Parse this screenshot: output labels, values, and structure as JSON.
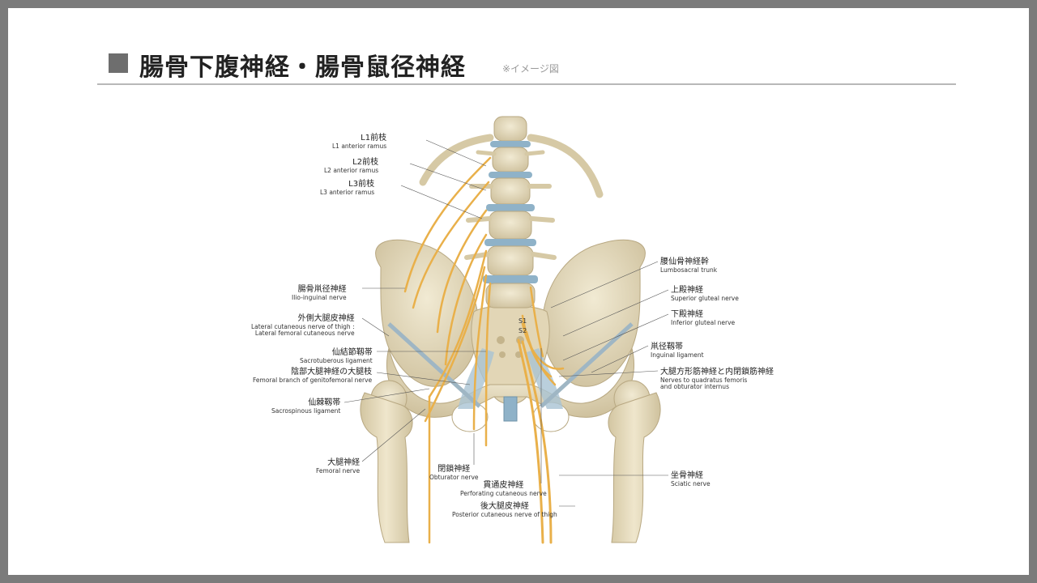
{
  "slide": {
    "title": "腸骨下腹神経・腸骨鼠径神経",
    "note": "※イメージ図"
  },
  "colors": {
    "bone": "#e6dcc0",
    "bone_shadow": "#cbbd98",
    "disc": "#8fb2c8",
    "nerve": "#e9b04a",
    "ligament": "#a9c3d3",
    "frame": "#7b7b7b"
  },
  "labels": {
    "l1": {
      "jp": "L1前枝",
      "en": "L1 anterior ramus"
    },
    "l2": {
      "jp": "L2前枝",
      "en": "L2 anterior ramus"
    },
    "l3": {
      "jp": "L3前枝",
      "en": "L3 anterior ramus"
    },
    "ilioinguinal": {
      "jp": "腸骨鼡径神経",
      "en": "Ilio-inguinal nerve"
    },
    "lateral_cutaneous": {
      "jp": "外側大腿皮神経",
      "en": "Lateral cutaneous nerve of thigh :",
      "en2": "Lateral femoral cutaneous nerve"
    },
    "sacrotuberous": {
      "jp": "仙結節靱帯",
      "en": "Sacrotuberous ligament"
    },
    "genitofemoral": {
      "jp": "陰部大腿神経の大腿枝",
      "en": "Femoral branch of genitofemoral nerve"
    },
    "sacrospinous": {
      "jp": "仙棘靱帯",
      "en": "Sacrospinous ligament"
    },
    "femoral": {
      "jp": "大腿神経",
      "en": "Femoral nerve"
    },
    "obturator": {
      "jp": "閉鎖神経",
      "en": "Obturator nerve"
    },
    "perforating": {
      "jp": "貫通皮神経",
      "en": "Perforating cutaneous nerve"
    },
    "posterior_cutaneous": {
      "jp": "後大腿皮神経",
      "en": "Posterior cutaneous nerve of thigh"
    },
    "lumbosacral": {
      "jp": "腰仙骨神経幹",
      "en": "Lumbosacral trunk"
    },
    "superior_gluteal": {
      "jp": "上殿神経",
      "en": "Superior gluteal nerve"
    },
    "inferior_gluteal": {
      "jp": "下殿神経",
      "en": "Inferior gluteal nerve"
    },
    "inguinal": {
      "jp": "鼡径靱帯",
      "en": "Inguinal ligament"
    },
    "quadratus": {
      "jp": "大腿方形筋神経と内閉鎖筋神経",
      "en": "Nerves to quadratus femoris",
      "en2": "and obturator internus"
    },
    "sciatic": {
      "jp": "坐骨神経",
      "en": "Sciatic nerve"
    },
    "s1": "S1",
    "s2": "S2"
  }
}
